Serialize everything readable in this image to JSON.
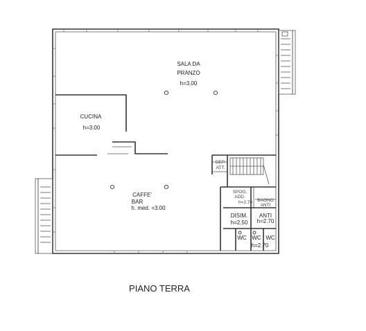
{
  "plan": {
    "title": "PIANO TERRA",
    "rooms": {
      "sala": {
        "name_line1": "SALA DA",
        "name_line2": "PRANZO",
        "height": "h=3.00"
      },
      "cucina": {
        "name": "CUCINA",
        "height": "h=3.00"
      },
      "caffe": {
        "name_line1": "CAFFE'",
        "name_line2": "BAR",
        "height": "h. med. =3.00"
      },
      "deposito": {
        "line1": "DEP.",
        "line2": "ATT."
      },
      "spogliatoio": {
        "line1": "SPOG.",
        "line2": "ADD.",
        "height": "h=2.70"
      },
      "bagno": {
        "line1": "BAGNO",
        "line2": "ANTI"
      },
      "disimpegno": {
        "name": "DISIM.",
        "height": "h=2.50"
      },
      "anti": {
        "name": "ANTI",
        "height": "h=2.70"
      },
      "wc1": {
        "name": "WC"
      },
      "wc2": {
        "name": "WC",
        "height": "h=2.70"
      },
      "wc3": {
        "name": "WC"
      }
    }
  }
}
